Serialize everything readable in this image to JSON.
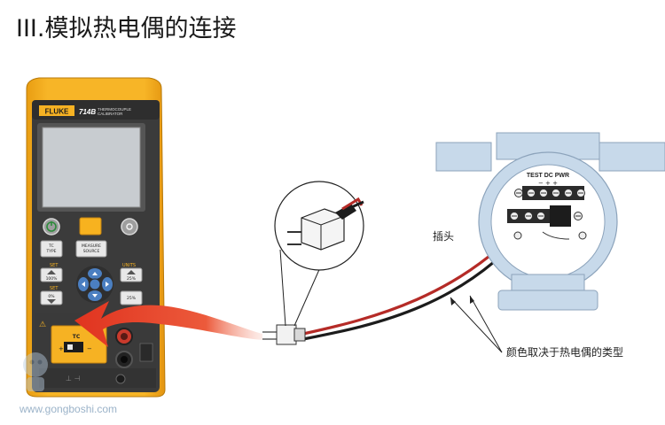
{
  "title": "III.模拟热电偶的连接",
  "device": {
    "brand": "FLUKE",
    "model": "714B",
    "subtitle_line1": "THERMOCOUPLE",
    "subtitle_line2": "CALIBRATOR",
    "tc_type": [
      "TC",
      "TYPE"
    ],
    "measure_source": [
      "MEASURE",
      "SOURCE"
    ],
    "set_left": "SET",
    "set_left2": "SET",
    "units": "UNITS",
    "pct_100": "100%",
    "pct_0": "0%",
    "pct_25_up": "25%",
    "pct_25_down": "25%",
    "tc_port": "TC",
    "warning_symbol": "⚠"
  },
  "transmitter": {
    "terminal_label": "TEST DC PWR",
    "polarity": "− + +"
  },
  "label_fragment": "插头",
  "annotation": "颜色取决于热电偶的类型",
  "watermark": "www.gongboshi.com",
  "colors": {
    "device_body": "#f6b223",
    "device_face": "#3d3d3d",
    "lcd": "#c9cdd0",
    "accent_blue": "#4b7fc1",
    "arrow_red": "#e0331f",
    "pipe_blue": "#c7d9ea"
  }
}
